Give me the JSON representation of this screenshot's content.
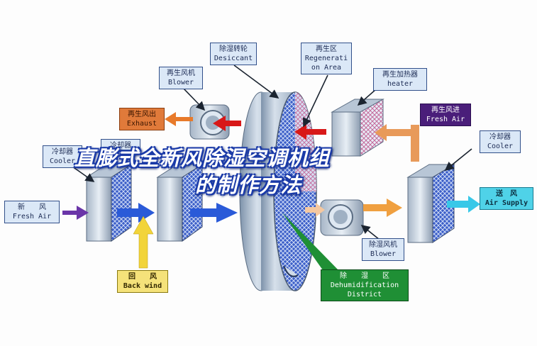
{
  "title_line1": "直膨式全新风除湿空调机组",
  "title_line2": "的制作方法",
  "labels": {
    "desiccant": {
      "zh": "除湿转轮",
      "en": "Desiccant"
    },
    "regen_area": {
      "zh": "再生区",
      "en1": "Regenerati",
      "en2": "on Area"
    },
    "regen_blower": {
      "zh": "再生风机",
      "en": "Blower"
    },
    "regen_heater": {
      "zh": "再生加热器",
      "en": "heater"
    },
    "exhaust": {
      "zh": "再生风出",
      "en": "Exhaust"
    },
    "fresh_air_in": {
      "zh": "再生风进",
      "en": "Fresh Air"
    },
    "cooler_left": {
      "zh": "冷却器",
      "en": "Cooler"
    },
    "cooler_left2": {
      "zh": "冷却器"
    },
    "cooler_right": {
      "zh": "冷却器",
      "en": "Cooler"
    },
    "fresh_air": {
      "zh": "新　　风",
      "en": "Fresh Air"
    },
    "supply_air": {
      "zh": "送　风",
      "en": "Air Supply"
    },
    "back_wind": {
      "zh": "回　　风",
      "en": "Back wind"
    },
    "dehum_blower": {
      "zh": "除湿风机",
      "en": "Blower"
    },
    "dehum_district": {
      "zh": "除　　湿　　区",
      "en1": "Dehumidification",
      "en2": "District"
    }
  },
  "colors": {
    "blue_box": "#dbe8f7",
    "orange_box": "#e07a3a",
    "purple_box": "#4a1e7a",
    "yellow_box": "#f5e27a",
    "green_box": "#1f8f35",
    "cyan_box": "#4fd2e8",
    "title_glow": "#1a3aa8"
  }
}
